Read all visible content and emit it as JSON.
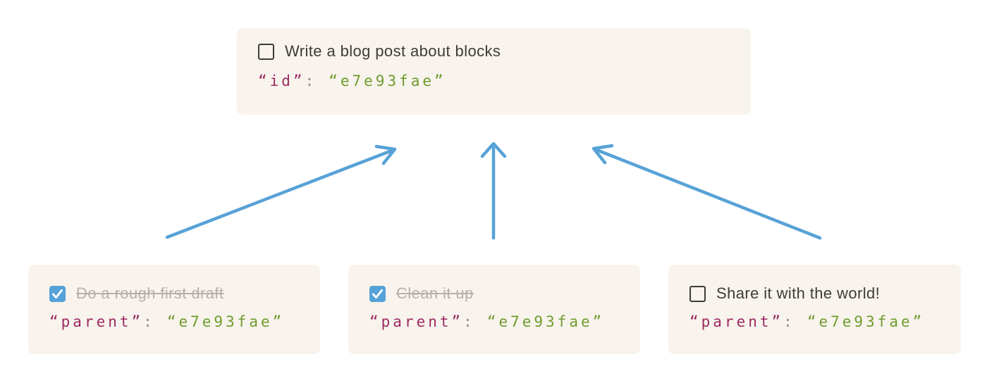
{
  "colors": {
    "card_background": "#f8f3ec",
    "title_text": "#3e3c37",
    "completed_text": "#b5b0a9",
    "arrow_blue": "#57a2d7",
    "checkbox_checked_blue": "#55a2d8",
    "code_key_magenta": "#9c2a64",
    "code_colon_gray": "#8e8d88",
    "code_value_green": "#6f9c2e"
  },
  "parent_task": {
    "title": "Write a blog post about blocks",
    "checked": false,
    "code": {
      "key": "“id”",
      "colon": ":",
      "value": "“e7e93fae”"
    }
  },
  "child_tasks": [
    {
      "title": "Do a rough first draft",
      "checked": true,
      "code": {
        "key": "“parent”",
        "colon": ":",
        "value": "“e7e93fae”"
      }
    },
    {
      "title": "Clean it up",
      "checked": true,
      "code": {
        "key": "“parent”",
        "colon": ":",
        "value": "“e7e93fae”"
      }
    },
    {
      "title": "Share it with the world!",
      "checked": false,
      "code": {
        "key": "“parent”",
        "colon": ":",
        "value": "“e7e93fae”"
      }
    }
  ]
}
